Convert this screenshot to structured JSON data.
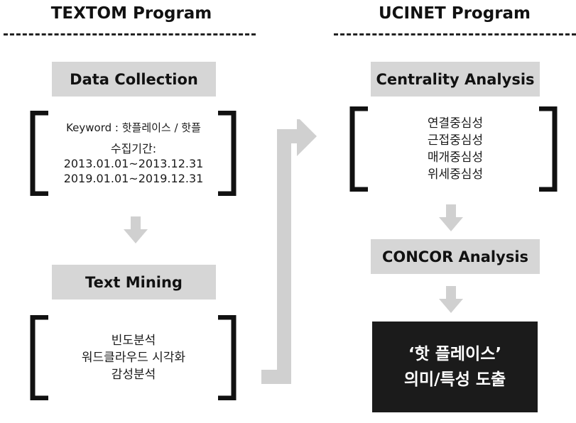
{
  "colors": {
    "box_fill": "#d6d6d6",
    "arrow_fill": "#d0d0d0",
    "dark_box": "#1b1b1b",
    "bracket": "#111111"
  },
  "left": {
    "heading": "TEXTOM Program",
    "step1": {
      "title": "Data Collection",
      "keyword_line": "Keyword : 핫플레이스 / 핫플",
      "period_label": "수집기간:",
      "period_1": "2013.01.01~2013.12.31",
      "period_2": "2019.01.01~2019.12.31"
    },
    "step2": {
      "title": "Text Mining",
      "items": [
        "빈도분석",
        "워드클라우드 시각화",
        "감성분석"
      ]
    }
  },
  "right": {
    "heading": "UCINET Program",
    "step1": {
      "title": "Centrality Analysis",
      "items": [
        "연결중심성",
        "근접중심성",
        "매개중심성",
        "위세중심성"
      ]
    },
    "step2": {
      "title": "CONCOR Analysis"
    },
    "result": {
      "line1": "‘핫 플레이스’",
      "line2": "의미/특성 도출"
    }
  }
}
